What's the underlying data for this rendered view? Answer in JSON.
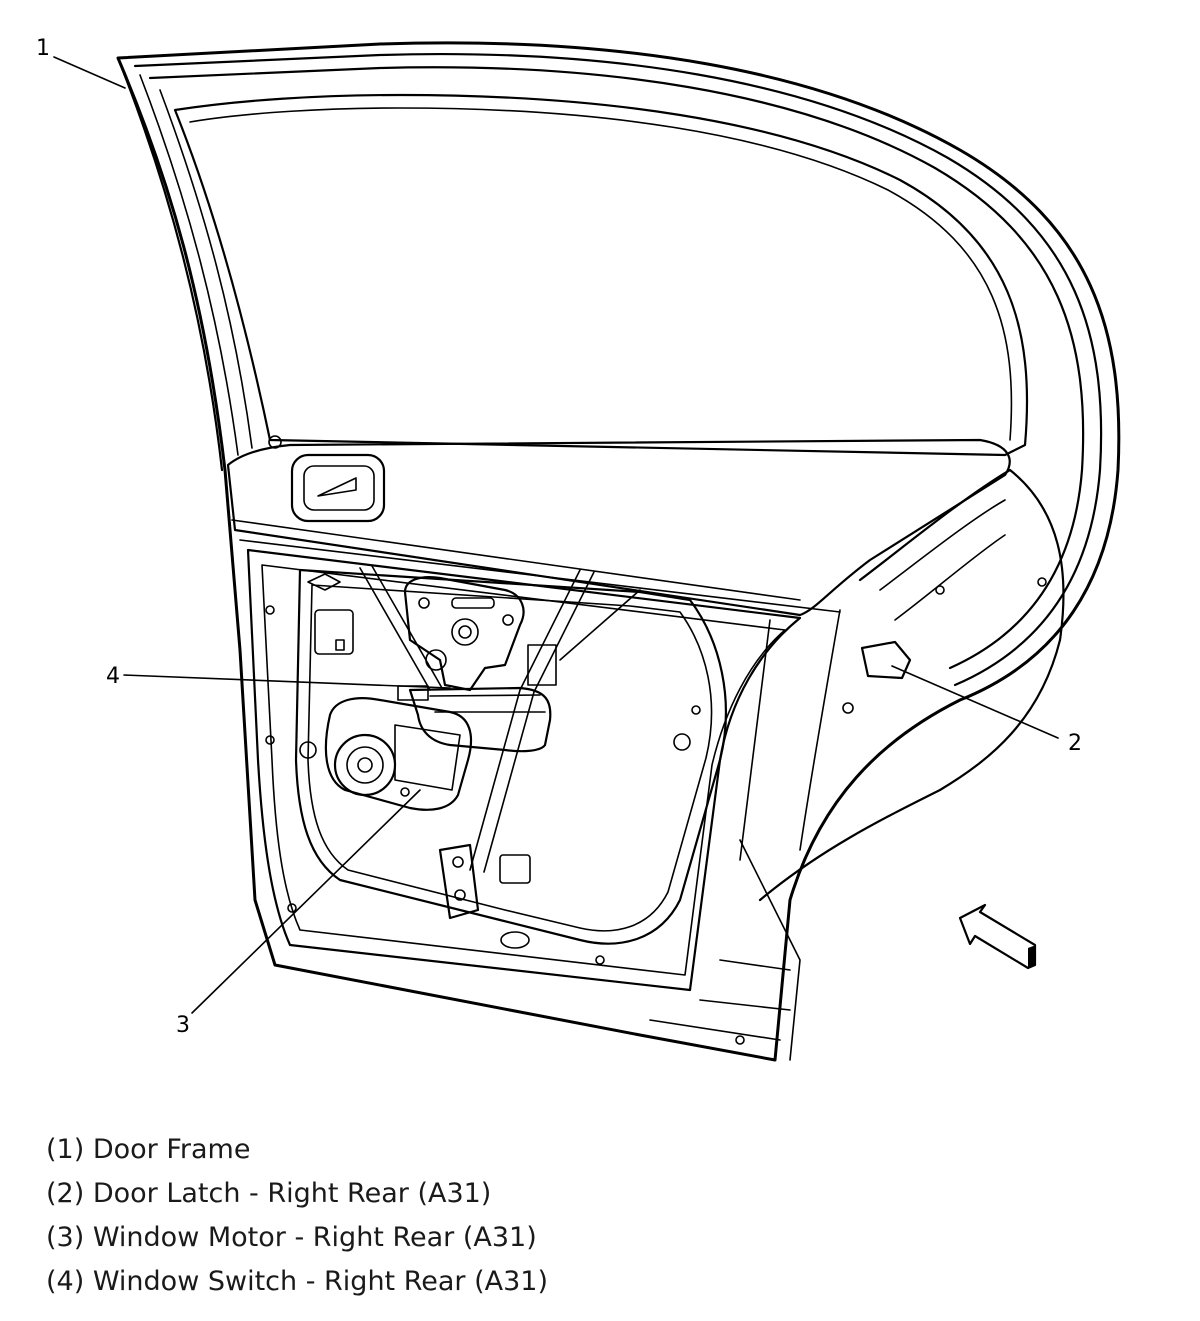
{
  "callouts": [
    {
      "id": "1",
      "label": "1"
    },
    {
      "id": "2",
      "label": "2"
    },
    {
      "id": "3",
      "label": "3"
    },
    {
      "id": "4",
      "label": "4"
    }
  ],
  "legend": [
    {
      "text": "(1) Door Frame"
    },
    {
      "text": "(2) Door Latch - Right Rear (A31)"
    },
    {
      "text": "(3) Window Motor - Right Rear (A31)"
    },
    {
      "text": "(4) Window Switch - Right Rear (A31)"
    }
  ],
  "icons": {
    "view_arrow": "view-direction-arrow-icon"
  },
  "colors": {
    "line": "#000000",
    "background": "#ffffff"
  }
}
